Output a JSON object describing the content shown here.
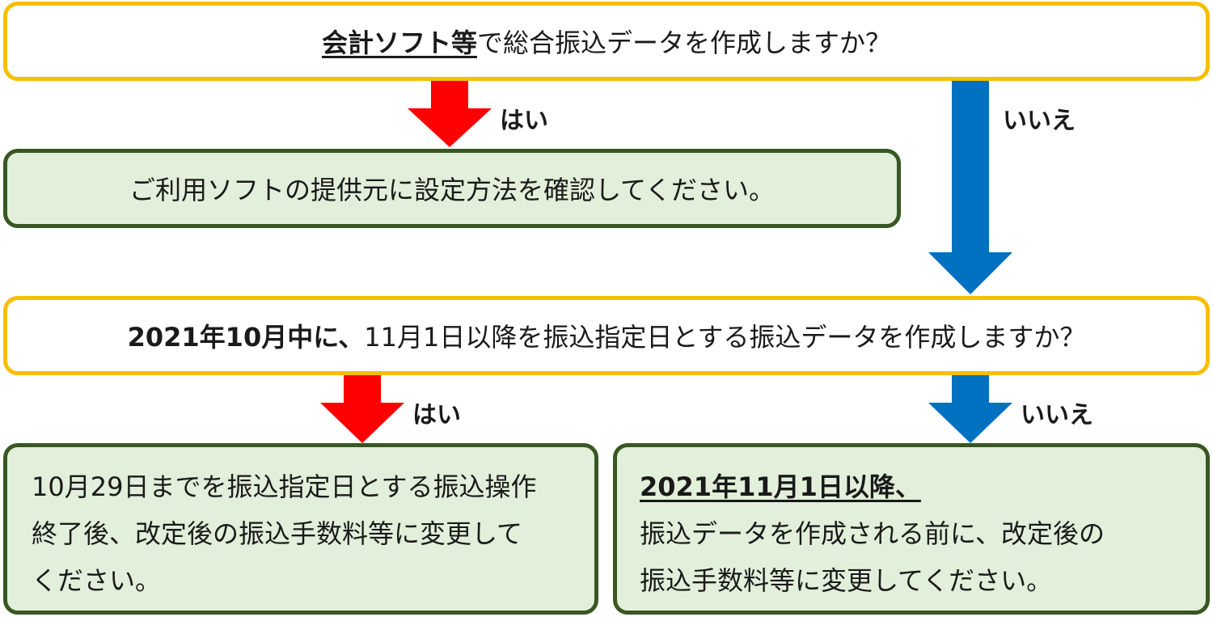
{
  "question1": {
    "emphasis": "会計ソフト等",
    "rest": "で総合振込データを作成しますか？"
  },
  "answer_yes1": {
    "text": "ご利用ソフトの提供元に設定方法を確認してください。"
  },
  "question2": {
    "emphasis": "2021年10月中に、",
    "rest": "11月1日以降を振込指定日とする振込データを作成しますか？"
  },
  "answer_yes2": {
    "lines": [
      "10月29日までを振込指定日とする振込操作",
      "終了後、改定後の振込手数料等に変更して",
      "ください。"
    ]
  },
  "answer_no2": {
    "heading": "2021年11月1日以降、",
    "lines": [
      "振込データを作成される前に、改定後の",
      "振込手数料等に変更してください。"
    ]
  },
  "labels": {
    "yes": "はい",
    "no": "いいえ"
  },
  "colors": {
    "question_border": "#f7be00",
    "answer_border": "#385723",
    "answer_fill": "#e2efda",
    "yes_arrow": "#ff0000",
    "no_arrow": "#0070c0"
  }
}
